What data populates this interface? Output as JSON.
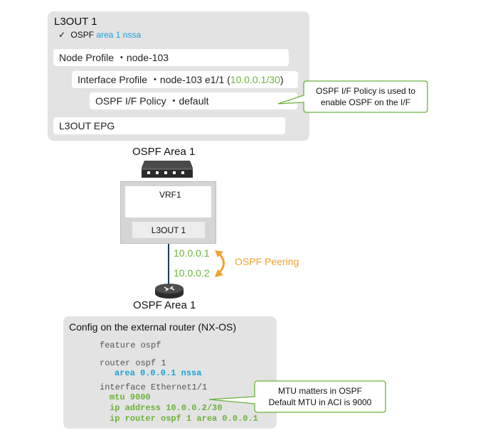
{
  "l3out_panel": {
    "title": "L3OUT 1",
    "check_mark": "✓",
    "ospf_label": "OSPF",
    "ospf_area": "area 1 nssa",
    "node_profile": "Node Profile ・node-103",
    "interface_profile_prefix": "Interface Profile ・node-103 e1/1 (",
    "interface_profile_ip": "10.0.0.1/30",
    "interface_profile_suffix": ")",
    "ospf_if_policy": "OSPF I/F Policy ・default",
    "l3out_epg": "L3OUT EPG"
  },
  "callout_policy": {
    "line1": "OSPF I/F Policy is used to",
    "line2": "enable OSPF on the I/F"
  },
  "topology": {
    "area_top": "OSPF Area 1",
    "vrf_label": "VRF1",
    "l3out_label": "L3OUT 1",
    "ip_leaf": "10.0.0.1",
    "ip_router": "10.0.0.2",
    "peering_label": "OSPF Peering",
    "area_bottom": "OSPF Area 1"
  },
  "config_panel": {
    "title": "Config on the external router (NX-OS)",
    "line_feature": "feature ospf",
    "line_router": "router ospf 1",
    "line_area": "area 0.0.0.1 nssa",
    "line_interface": "interface Ethernet1/1",
    "line_mtu": "mtu 9000",
    "line_ip": "ip address 10.0.0.2/30",
    "line_ospf": "ip router ospf 1 area 0.0.0.1"
  },
  "callout_mtu": {
    "line1": "MTU matters in OSPF",
    "line2": "Default MTU in ACI is 9000"
  },
  "colors": {
    "green": "#6bb33a",
    "blue": "#1ba0d7",
    "orange": "#f0a22e",
    "panel": "#e3e3e3"
  }
}
